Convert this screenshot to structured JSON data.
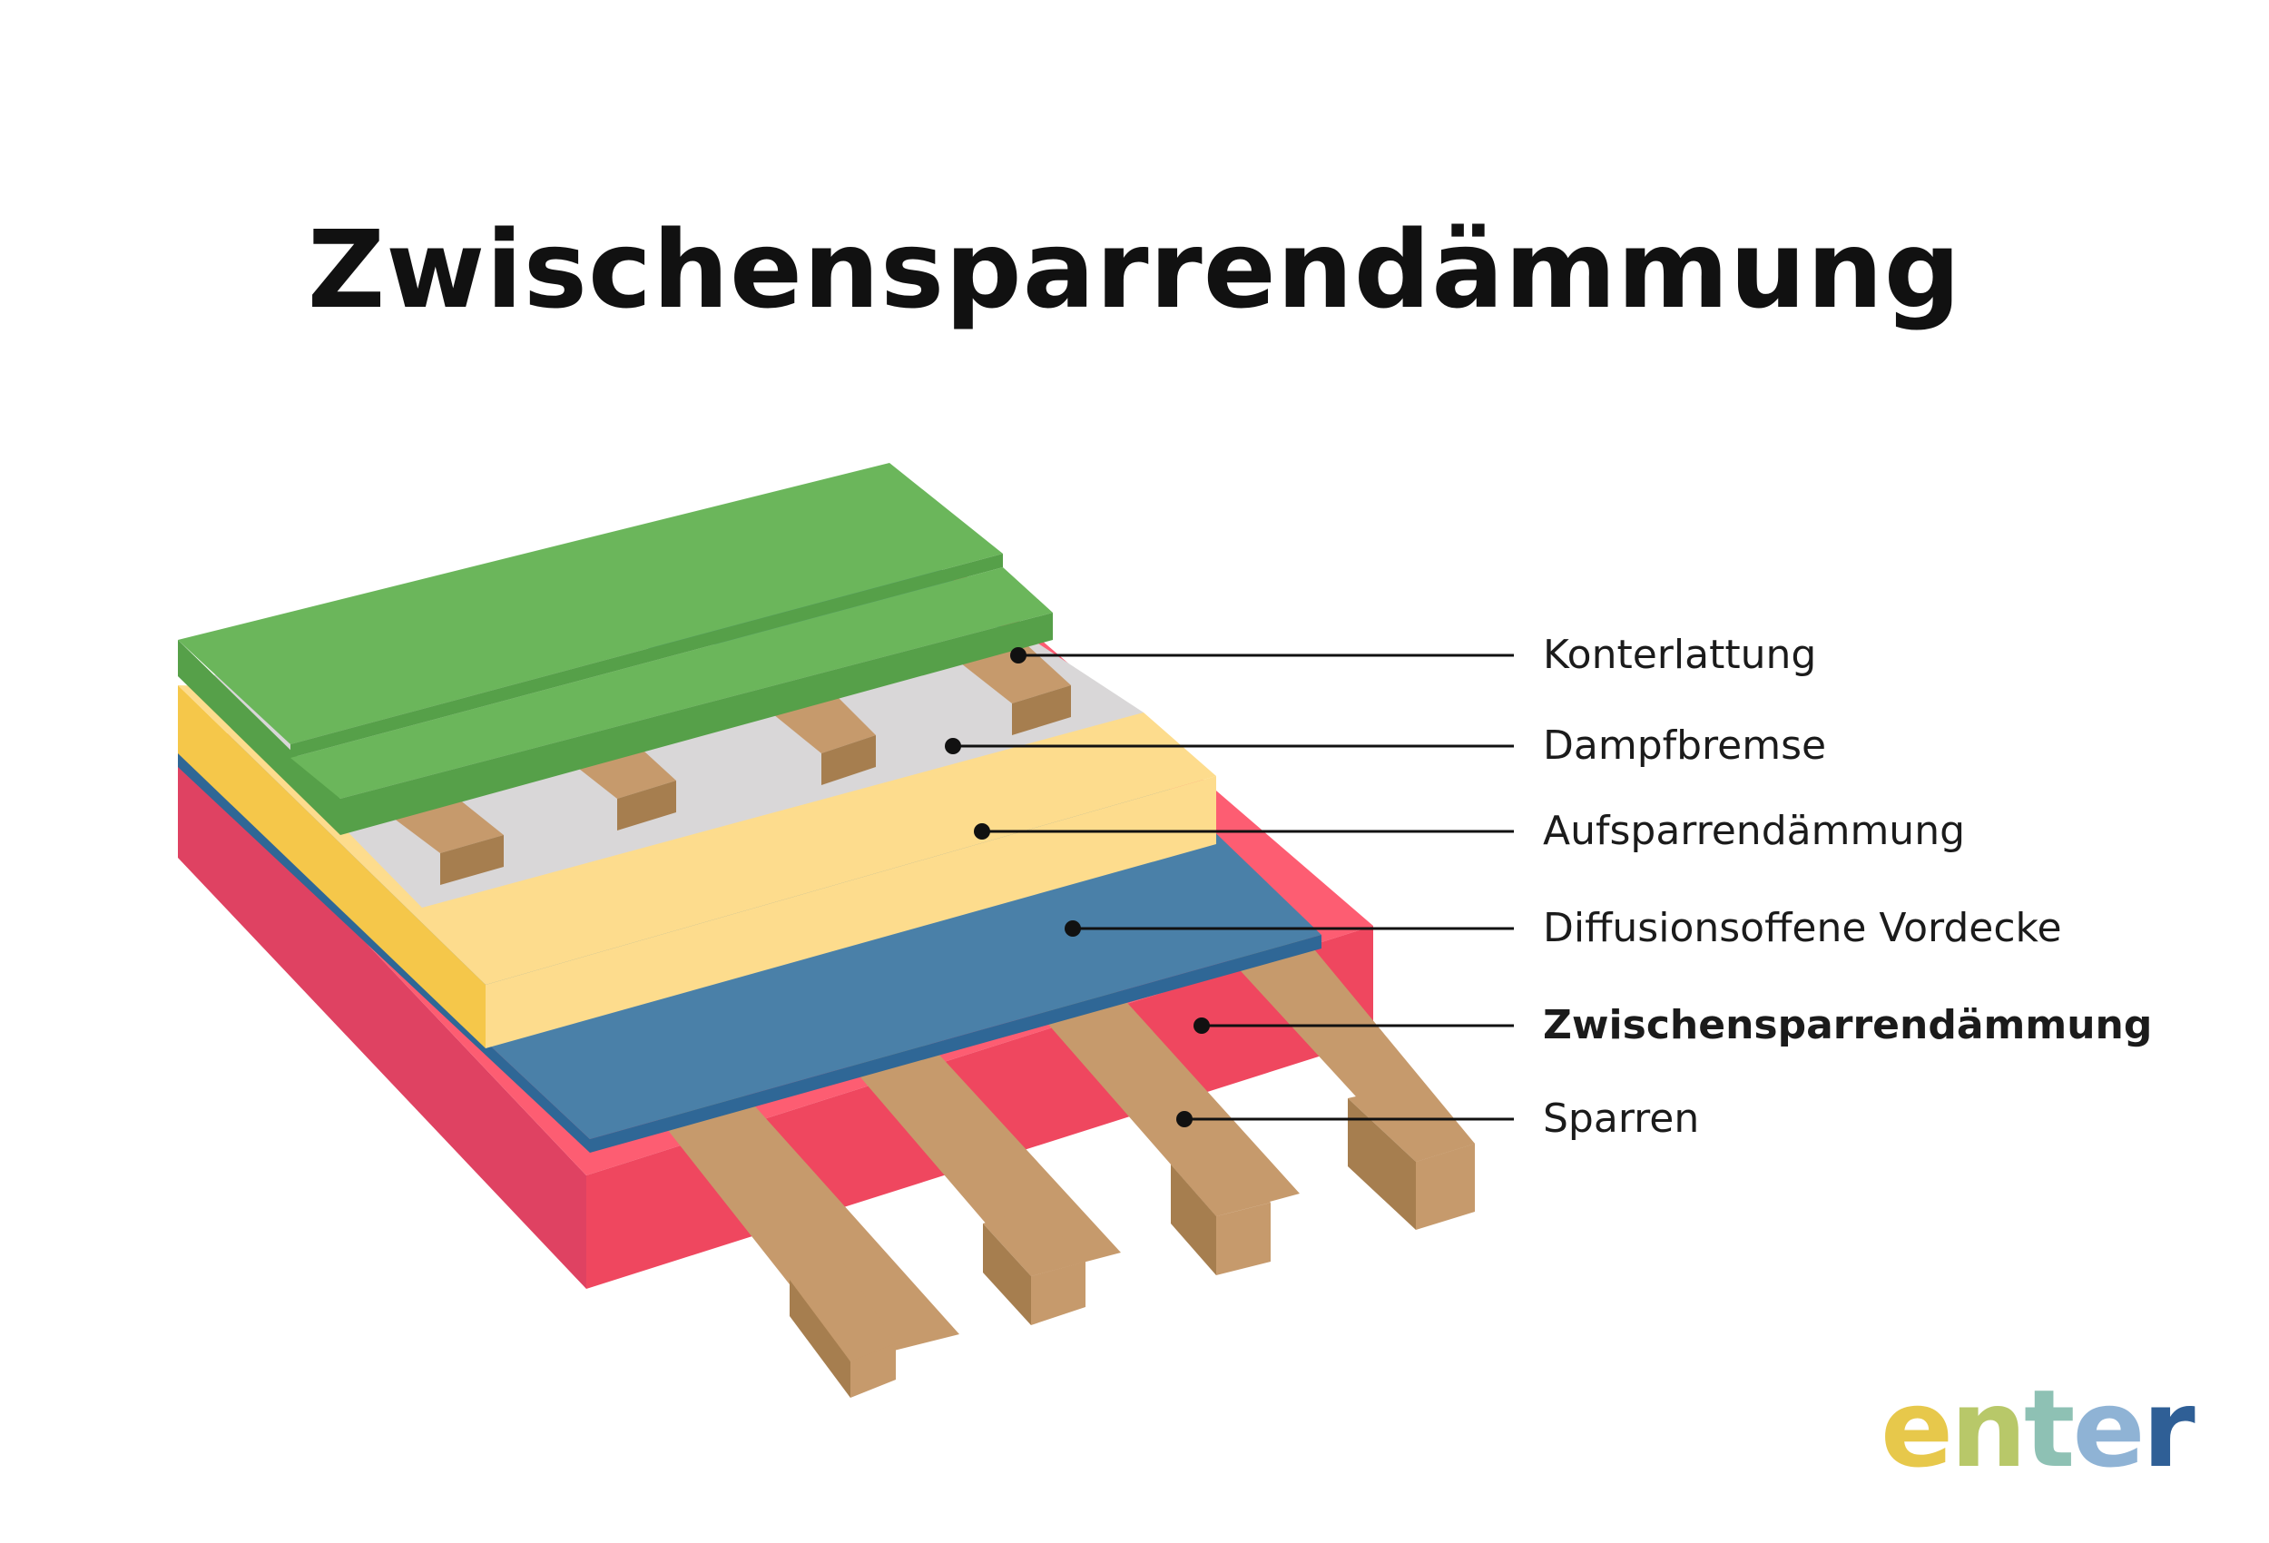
{
  "title": "Zwischensparrendämmung",
  "layers": [
    {
      "id": "konterlattung",
      "label": "Konterlattung",
      "bold": false
    },
    {
      "id": "dampfbremse",
      "label": "Dampfbremse",
      "bold": false
    },
    {
      "id": "aufsparrendaemmung",
      "label": "Aufsparrendämmung",
      "bold": false
    },
    {
      "id": "vordecke",
      "label": "Diffusionsoffene Vordecke",
      "bold": false
    },
    {
      "id": "zwischensparrendaemmung",
      "label": "Zwischensparrendämmung",
      "bold": true
    },
    {
      "id": "sparren",
      "label": "Sparren",
      "bold": false
    }
  ],
  "logo": {
    "letters": [
      "e",
      "n",
      "t",
      "e",
      "r"
    ]
  },
  "colors": {
    "green_top": "#6bb65b",
    "green_side": "#56a049",
    "membrane": "#d9d7d8",
    "yellow_top": "#fddc8d",
    "yellow_side": "#f5c74a",
    "blue_top": "#4a80a8",
    "blue_side": "#2f6796",
    "pink_top": "#fd5d72",
    "pink_front": "#ef475f",
    "pink_side": "#df4262",
    "wood_top": "#c69a6c",
    "wood_side": "#a67e4f",
    "logo": [
      "#e7c84b",
      "#b8c869",
      "#8ec1b4",
      "#8fb3d5",
      "#2f5f96"
    ]
  }
}
